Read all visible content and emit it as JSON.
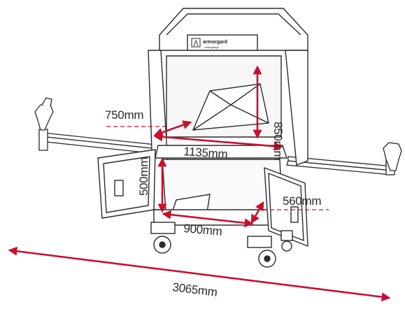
{
  "brand": {
    "name": "armorgard",
    "tagline": "cuttingedge"
  },
  "dimensions": {
    "upper_depth": "750mm",
    "inner_height": "850mm",
    "inner_width": "1135mm",
    "lower_height": "500mm",
    "lower_depth": "560mm",
    "lower_width": "900mm",
    "overall_width": "3065mm"
  },
  "colors": {
    "dimension_arrow": "#c8102e",
    "outline": "#2b2b2b",
    "panel": "#ffffff"
  }
}
